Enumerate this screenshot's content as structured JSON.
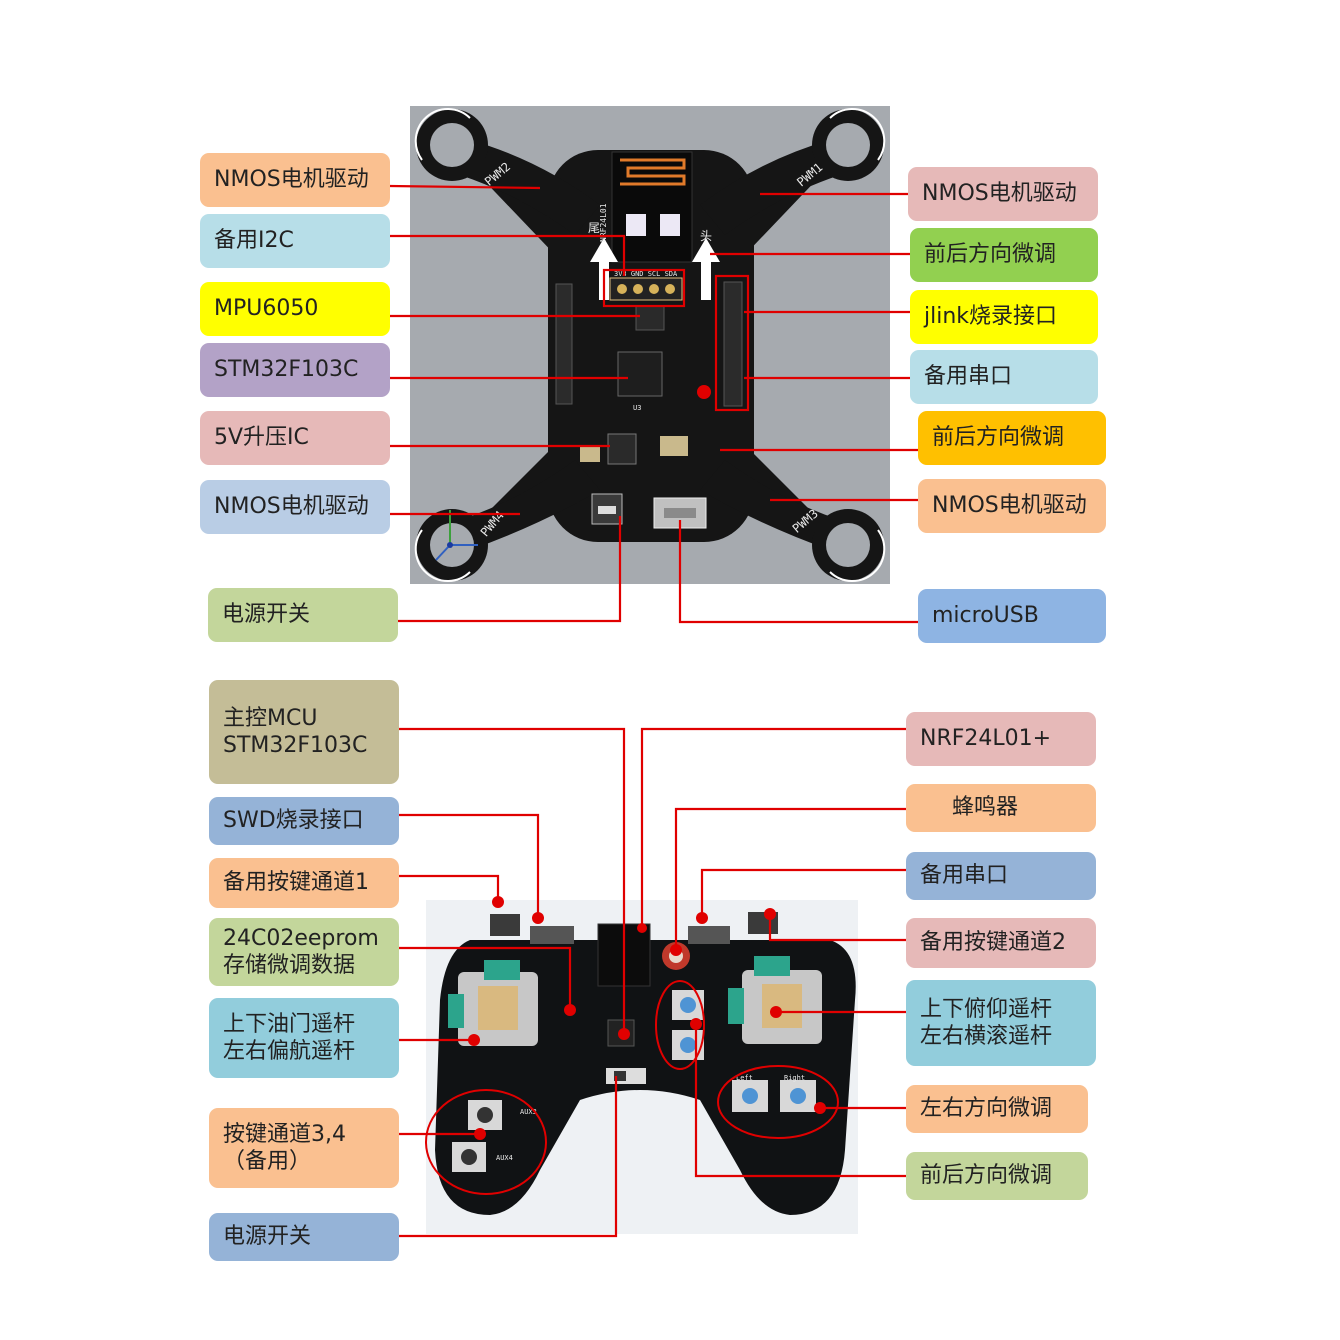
{
  "colors": {
    "pink": "#e6b9b8",
    "lightblue": "#b7dee8",
    "yellow": "#ffff00",
    "purple": "#b3a2c7",
    "steelblue": "#95b3d7",
    "green": "#92d050",
    "orange": "#ffc000",
    "peach": "#fac090",
    "lightgreen": "#c3d69b",
    "tan": "#c4bd97",
    "microusb": "#8eb4e3",
    "remote_blue": "#8eb4e3",
    "wire": "#e00000"
  },
  "drone_labels": {
    "nmos_top_left": "NMOS电机驱动",
    "i2c_backup": "备用I2C",
    "mpu6050": "MPU6050",
    "stm32": "STM32F103C",
    "boost_ic": "5V升压IC",
    "nmos_bottom_left": "NMOS电机驱动",
    "power_switch": "电源开关",
    "nmos_top_right": "NMOS电机驱动",
    "trim_front_back_1": "前后方向微调",
    "jlink": "jlink烧录接口",
    "uart_backup": "备用串口",
    "trim_front_back_2": "前后方向微调",
    "nmos_bottom_right": "NMOS电机驱动",
    "microusb": "microUSB"
  },
  "remote_labels": {
    "main_mcu": "主控MCU\nSTM32F103C",
    "swd": "SWD烧录接口",
    "key_ch1": "备用按键通道1",
    "eeprom": "24C02eeprom\n存储微调数据",
    "throttle_yaw": "上下油门遥杆\n左右偏航遥杆",
    "keys_3_4": "按键通道3,4\n（备用）",
    "power_switch": "电源开关",
    "nrf": "NRF24L01+",
    "buzzer": "蜂鸣器",
    "uart_backup": "备用串口",
    "key_ch2": "备用按键通道2",
    "pitch_roll": "上下俯仰遥杆\n左右横滚遥杆",
    "trim_left_right": "左右方向微调",
    "trim_front_back": "前后方向微调"
  },
  "pcb_silk": {
    "pwm1": "PWM1",
    "pwm2": "PWM2",
    "pwm3": "PWM3",
    "pwm4": "PWM4",
    "nrf_module": "NRF24L01",
    "head_mark": "头",
    "tail_mark": "尾",
    "i2c_pins": "3V3 GND SCL SDA",
    "u3": "U3",
    "aux3": "AUX3",
    "aux4": "AUX4",
    "left": "Left",
    "right": "Right"
  },
  "icons": [
    "propeller-ring-icon",
    "arrow-up-icon",
    "axis-gizmo-icon",
    "callout-dot-icon"
  ]
}
